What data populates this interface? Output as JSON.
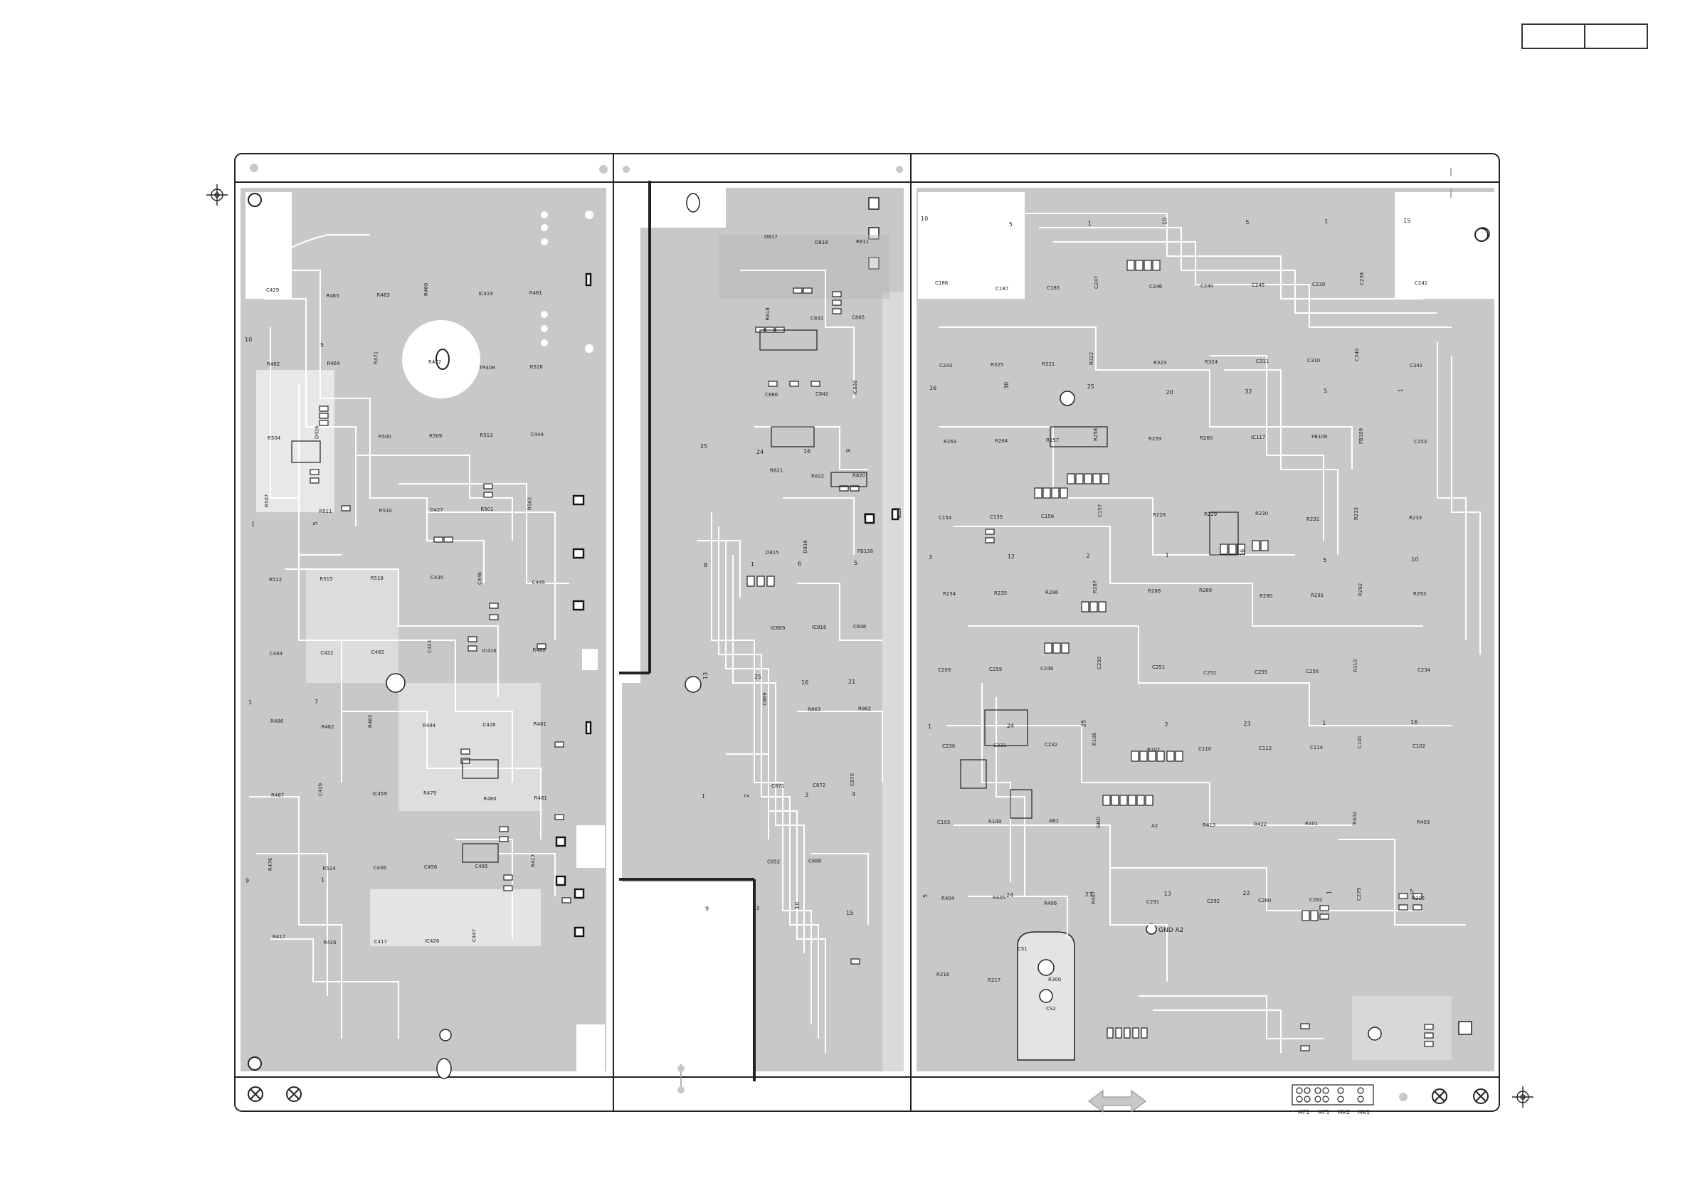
{
  "colors": {
    "copper": "#c8c8c8",
    "outline": "#222222",
    "pad": "#ffffff",
    "background": "#ffffff"
  },
  "icons": {
    "fiducial": "fiducial-icon",
    "screw": "screw-hole-icon",
    "arrow": "double-arrow-icon"
  },
  "panel1_labels": [
    "C429",
    "R465",
    "R463",
    "R460",
    "IC419",
    "R461",
    "R462",
    "R464",
    "R471",
    "R472",
    "TR408",
    "R526",
    "R504",
    "D426",
    "R500",
    "R509",
    "R513",
    "C444",
    "R507",
    "R511",
    "R510",
    "D427",
    "R501",
    "R502",
    "R512",
    "R515",
    "R518",
    "C435",
    "C446",
    "C445",
    "C464",
    "C422",
    "C465",
    "C423",
    "IC416",
    "R488",
    "R486",
    "R482",
    "R483",
    "R484",
    "C426",
    "R481",
    "R487",
    "C429",
    "IC459",
    "R479",
    "R480",
    "R481",
    "R476",
    "R514",
    "C436",
    "C456",
    "C495",
    "R417",
    "R417",
    "R416",
    "C417",
    "IC426",
    "C447"
  ],
  "panel1_numbers": [
    "10",
    "5",
    "1",
    "5",
    "1",
    "7",
    "9",
    "1"
  ],
  "panel2_labels": [
    "D817",
    "D818",
    "R811",
    "R818",
    "C831",
    "C865",
    "C866",
    "C842",
    "IC808",
    "R821",
    "R822",
    "R820",
    "D815",
    "D816",
    "FB126",
    "IC809",
    "IC816",
    "C848",
    "C869",
    "R863",
    "R862",
    "C871",
    "C872",
    "C870",
    "C852",
    "C888"
  ],
  "panel2_numbers": [
    "25",
    "24",
    "16",
    "9",
    "8",
    "1",
    "6",
    "5",
    "13",
    "25",
    "16",
    "21",
    "1",
    "2",
    "3",
    "4",
    "9",
    "13",
    "10",
    "15"
  ],
  "panel3_labels": [
    "C188",
    "C187",
    "C185",
    "C247",
    "C246",
    "C240",
    "C245",
    "C239",
    "C238",
    "C241",
    "C243",
    "R325",
    "R321",
    "R322",
    "R323",
    "R324",
    "C311",
    "C310",
    "C340",
    "C341",
    "R263",
    "R264",
    "R257",
    "R258",
    "R259",
    "R260",
    "IC117",
    "FB108",
    "FB109",
    "C153",
    "C154",
    "C155",
    "C156",
    "C157",
    "R228",
    "R229",
    "R230",
    "R231",
    "R232",
    "R233",
    "R234",
    "R235",
    "R286",
    "R287",
    "R288",
    "R289",
    "R290",
    "R291",
    "R292",
    "R293",
    "C209",
    "C259",
    "C248",
    "C250",
    "C251",
    "C252",
    "C255",
    "C256",
    "R310",
    "C234",
    "C230",
    "C231",
    "C232",
    "R106",
    "R107",
    "C110",
    "C112",
    "C114",
    "C101",
    "C102",
    "C103",
    "R149",
    "AB1",
    "GND",
    "A2",
    "R413",
    "R422",
    "R401",
    "R402",
    "R403",
    "R404",
    "R405",
    "R406",
    "R407",
    "C291",
    "C292",
    "C280",
    "C282",
    "C279",
    "R215",
    "R216",
    "R217",
    "R300"
  ],
  "panel3_numbers": [
    "10",
    "5",
    "1",
    "10",
    "5",
    "1",
    "15",
    "16",
    "30",
    "25",
    "20",
    "32",
    "5",
    "1",
    "3",
    "12",
    "2",
    "1",
    "16",
    "5",
    "10",
    "1",
    "24",
    "25",
    "2",
    "23",
    "1",
    "16",
    "5",
    "24",
    "23",
    "13",
    "22",
    "1",
    "5"
  ],
  "connector_labels": [
    "MF2",
    "MF1",
    "MK2",
    "MK1"
  ],
  "misc_text": [
    "GND A2",
    "CS1",
    "CS2"
  ]
}
